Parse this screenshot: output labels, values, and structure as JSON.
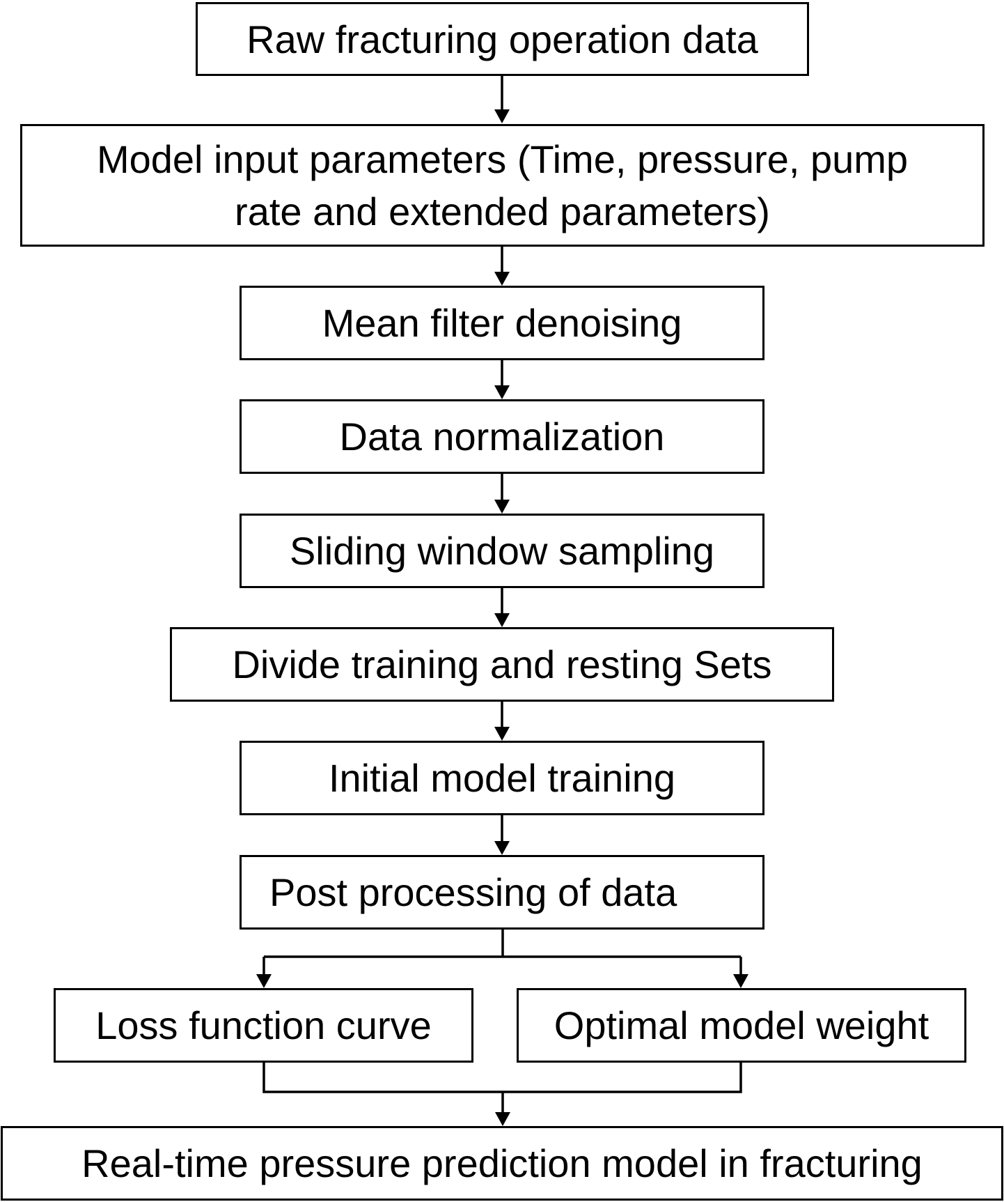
{
  "diagram": {
    "steps": {
      "raw_data": "Raw fracturing operation data",
      "model_input_line1": "Model input parameters (Time, pressure, pump",
      "model_input_line2": "rate and extended parameters)",
      "mean_filter": "Mean filter denoising",
      "normalization": "Data normalization",
      "sliding_window": "Sliding window sampling",
      "divide_sets": "Divide training and resting Sets",
      "initial_training": "Initial model training",
      "post_processing": "Post processing of data",
      "loss_curve": "Loss function curve",
      "optimal_weight": "Optimal model weight",
      "final_model": "Real-time pressure prediction model in fracturing"
    },
    "colors": {
      "stroke": "#000000",
      "background": "#ffffff"
    }
  }
}
